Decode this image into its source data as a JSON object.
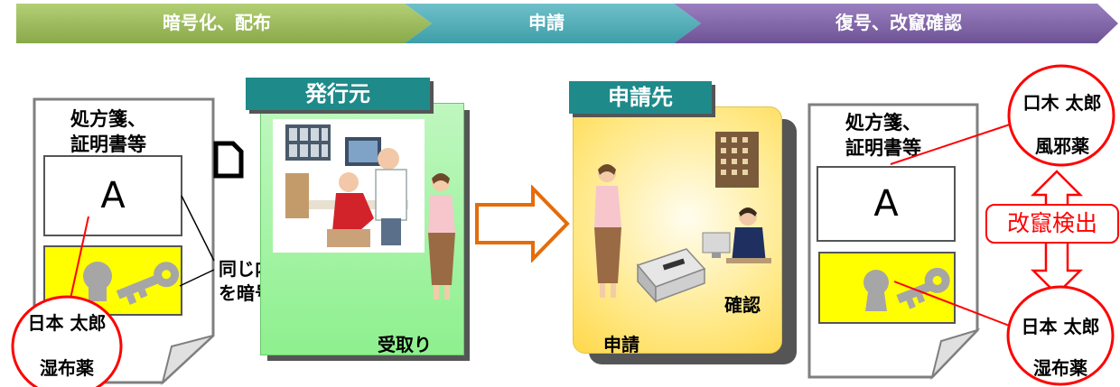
{
  "flow": {
    "step1": "暗号化、配布",
    "step2": "申請",
    "step3": "復号、改竄確認"
  },
  "left_document": {
    "title_line1": "処方箋、",
    "title_line2": "証明書等",
    "content_letter": "A",
    "stamp_name": "日本 太郎",
    "stamp_item": "湿布薬"
  },
  "encrypt_note": {
    "line1": "同じ内容",
    "line2": "を暗号化"
  },
  "issuer": {
    "tab_label": "発行元",
    "receive_label": "受取り"
  },
  "applicant": {
    "tab_label": "申請先",
    "apply_label": "申請",
    "confirm_label": "確認"
  },
  "right_document": {
    "title_line1": "処方箋、",
    "title_line2": "証明書等",
    "content_letter": "A"
  },
  "tamper": {
    "top_stamp_name": "口木 太郎",
    "top_stamp_item": "風邪薬",
    "detect_label": "改竄検出",
    "bottom_stamp_name": "日本 太郎",
    "bottom_stamp_item": "湿布薬"
  },
  "colors": {
    "step1": "#9bbb59",
    "step2": "#4bacc6",
    "step3": "#8064a2",
    "tab": "#1f8a8a",
    "issuer_panel": "#9ff59f",
    "applicant_panel": "#ffe98a",
    "key_box": "#ffff00",
    "stamp": "#ff0000",
    "arrow": "#e46c0a"
  }
}
